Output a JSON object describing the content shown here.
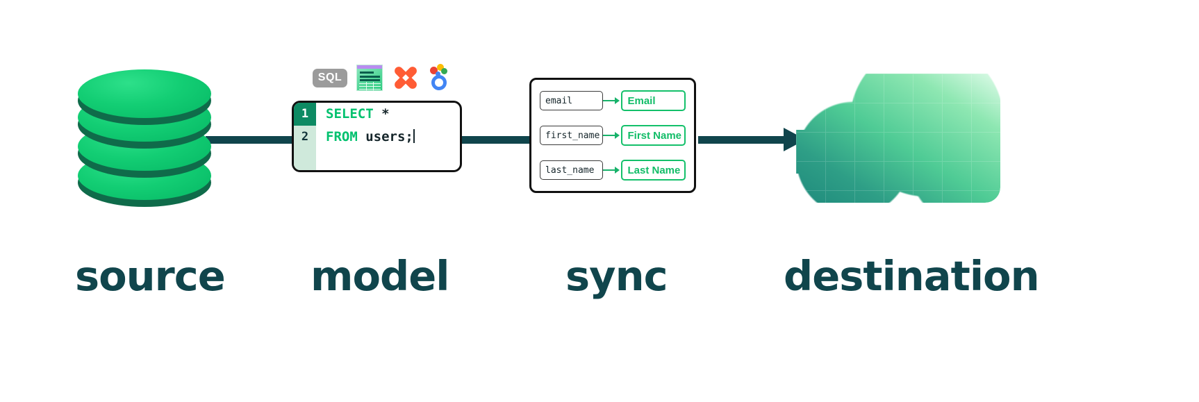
{
  "diagram": {
    "title": "source to destination data pipeline",
    "colors": {
      "dark_teal": "#10454C",
      "brand_green": "#00C16E",
      "mapping_green": "#13C06A",
      "gutter_green": "#CFE9DB",
      "active_line": "#0D8A63"
    },
    "stages": [
      {
        "key": "source",
        "caption": "source",
        "icon": "database-cylinder-icon"
      },
      {
        "key": "model",
        "caption": "model",
        "icon": "code-editor-icon"
      },
      {
        "key": "sync",
        "caption": "sync",
        "icon": "field-mapping-card-icon"
      },
      {
        "key": "destination",
        "caption": "destination",
        "icon": "cloud-icon"
      }
    ],
    "tool_icons": [
      {
        "name": "sql-badge-icon",
        "label": "SQL"
      },
      {
        "name": "google-sheets-icon",
        "label": ""
      },
      {
        "name": "dbt-icon",
        "label": ""
      },
      {
        "name": "looker-icon",
        "label": ""
      }
    ],
    "model": {
      "lines": [
        {
          "number": "1",
          "keyword": "SELECT",
          "rest": " *",
          "active": true
        },
        {
          "number": "2",
          "keyword": "FROM",
          "rest": " users;",
          "active": false
        }
      ]
    },
    "sync": {
      "mappings": [
        {
          "source_field": "email",
          "destination_field": "Email"
        },
        {
          "source_field": "first_name",
          "destination_field": "First Name"
        },
        {
          "source_field": "last_name",
          "destination_field": "Last Name"
        }
      ]
    }
  }
}
